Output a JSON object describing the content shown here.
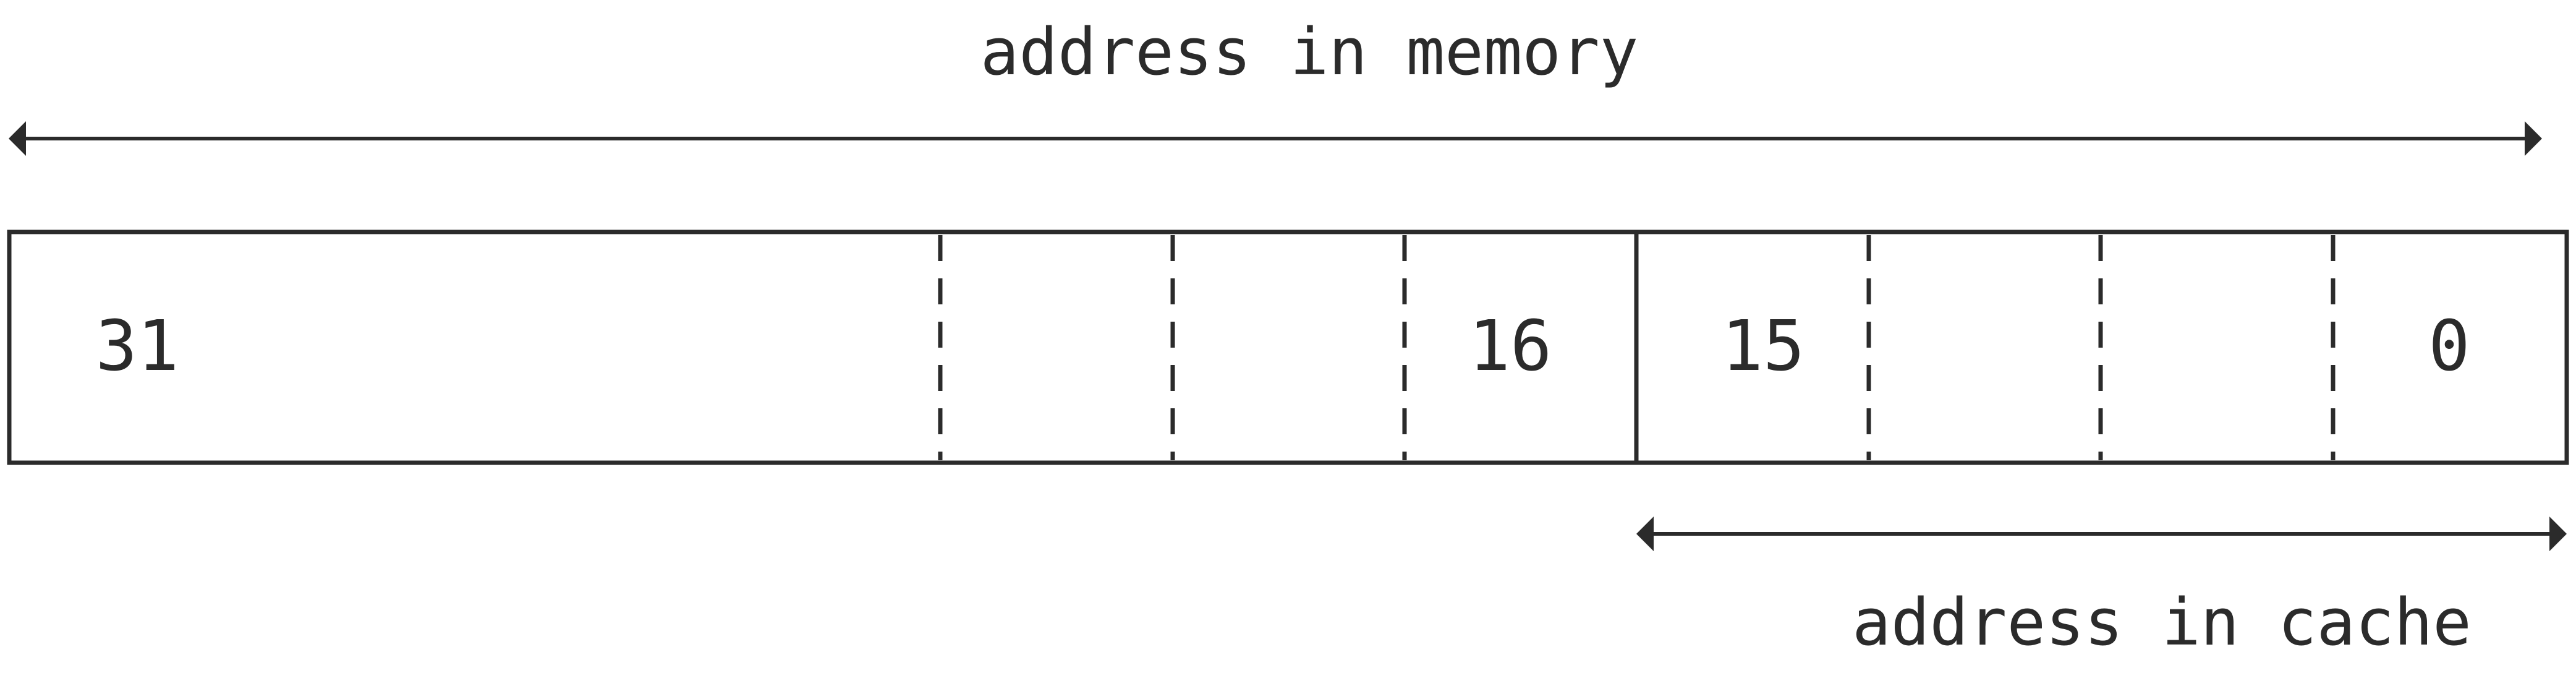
{
  "diagram": {
    "memory_label": "address in memory",
    "cache_label": "address in cache",
    "bit_labels": {
      "bit_31": "31",
      "bit_16": "16",
      "bit_15": "15",
      "bit_0": "0"
    },
    "colors": {
      "stroke": "#2b2b2b",
      "text": "#2b2b2b",
      "background": "#ffffff"
    }
  }
}
